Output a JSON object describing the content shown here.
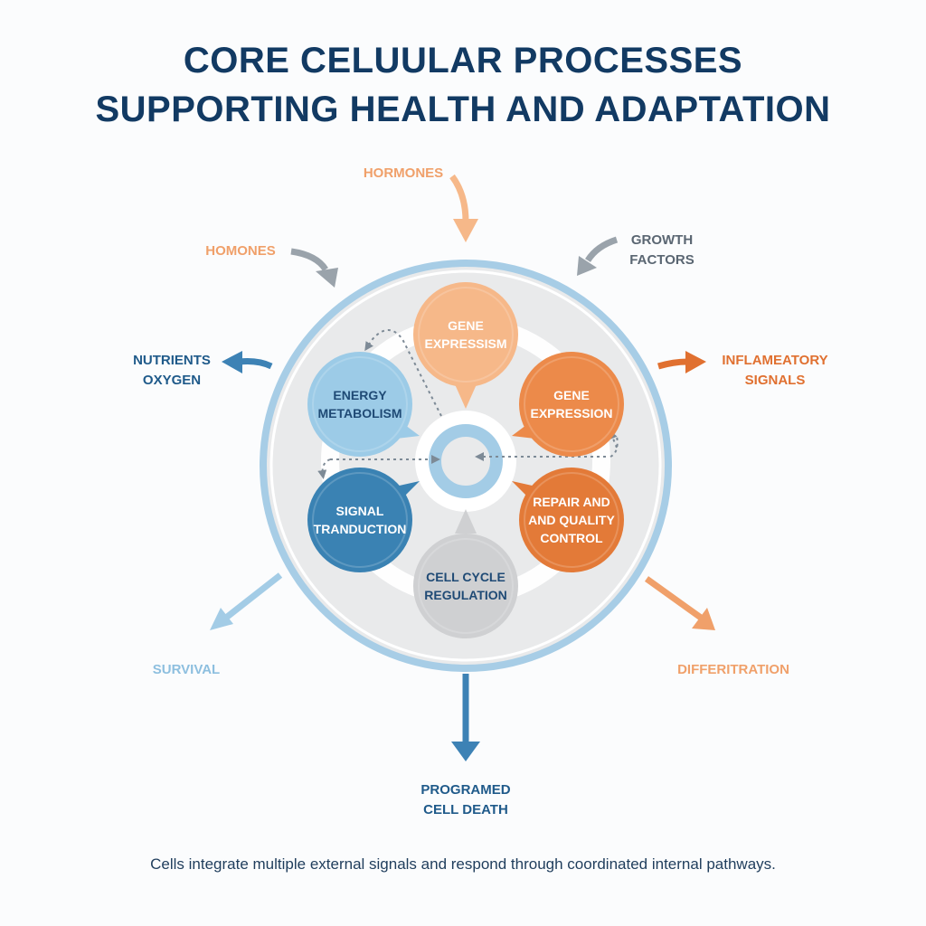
{
  "title": {
    "line1": "CORE CELUULAR PROCESSES",
    "line2": "SUPPORTING HEALTH AND ADAPTATION"
  },
  "colors": {
    "title": "#123a63",
    "light_blue": "#a3cce6",
    "mid_blue": "#7fb6dc",
    "dark_blue": "#2f76a8",
    "light_orange": "#f6b889",
    "orange": "#ec8a4a",
    "dark_orange": "#e07030",
    "gray": "#c8c9cb",
    "arrow_gray": "#9aa3ab"
  },
  "inputs": [
    {
      "id": "hormones-top",
      "label": "HORMONES",
      "color": "#f0a06a",
      "arrow_color": "#f6b889"
    },
    {
      "id": "hormones-left",
      "label": "HOMONES",
      "color": "#f0a06a",
      "arrow_color": "#9aa3ab"
    },
    {
      "id": "growth-factors",
      "label_lines": [
        "GROWTH",
        "FACTORS"
      ],
      "color": "#5a6672",
      "arrow_color": "#9aa3ab"
    }
  ],
  "side_outputs": [
    {
      "id": "nutrients-oxygen",
      "label_lines": [
        "NUTRIENTS",
        "OXYGEN"
      ],
      "color": "#1f5a8a",
      "arrow_color": "#3d82b5"
    },
    {
      "id": "inflammatory-signals",
      "label_lines": [
        "INFLAMEATORY",
        "SIGNALS"
      ],
      "color": "#e07030",
      "arrow_color": "#e07030"
    }
  ],
  "outcomes": [
    {
      "id": "survival",
      "label": "SURVIVAL",
      "color": "#8dbfdf",
      "arrow_color": "#a3cce6"
    },
    {
      "id": "differentiation",
      "label": "DIFFERITRATION",
      "color": "#f0a06a",
      "arrow_color": "#f0a06a"
    },
    {
      "id": "programmed-cell-death",
      "label_lines": [
        "PROGRAMED",
        "CELL DEATH"
      ],
      "color": "#1f5a8a",
      "arrow_color": "#3d82b5"
    }
  ],
  "processes": [
    {
      "id": "gene-expressism",
      "lines": [
        "GENE",
        "EXPRESSISM"
      ],
      "fill": "#f6b889",
      "text_color": "#ffffff"
    },
    {
      "id": "gene-expression",
      "lines": [
        "GENE",
        "EXPRESSION"
      ],
      "fill": "#ec8a4a",
      "text_color": "#ffffff"
    },
    {
      "id": "repair-quality-control",
      "lines": [
        "REPAIR AND",
        "AND QUALITY",
        "CONTROL"
      ],
      "fill": "#e37a38",
      "text_color": "#ffffff"
    },
    {
      "id": "cell-cycle-regulation",
      "lines": [
        "CELL CYCLE",
        "REGULATION"
      ],
      "fill": "#cfd0d2",
      "text_color": "#1f4a75"
    },
    {
      "id": "signal-tranduction",
      "lines": [
        "SIGNAL",
        "TRANDUCTION"
      ],
      "fill": "#3a82b3",
      "text_color": "#ffffff"
    },
    {
      "id": "energy-metabolism",
      "lines": [
        "ENERGY",
        "METABOLISM"
      ],
      "fill": "#9ccbe7",
      "text_color": "#1f4a75"
    }
  ],
  "caption": "Cells integrate multiple external signals and respond through coordinated internal pathways."
}
